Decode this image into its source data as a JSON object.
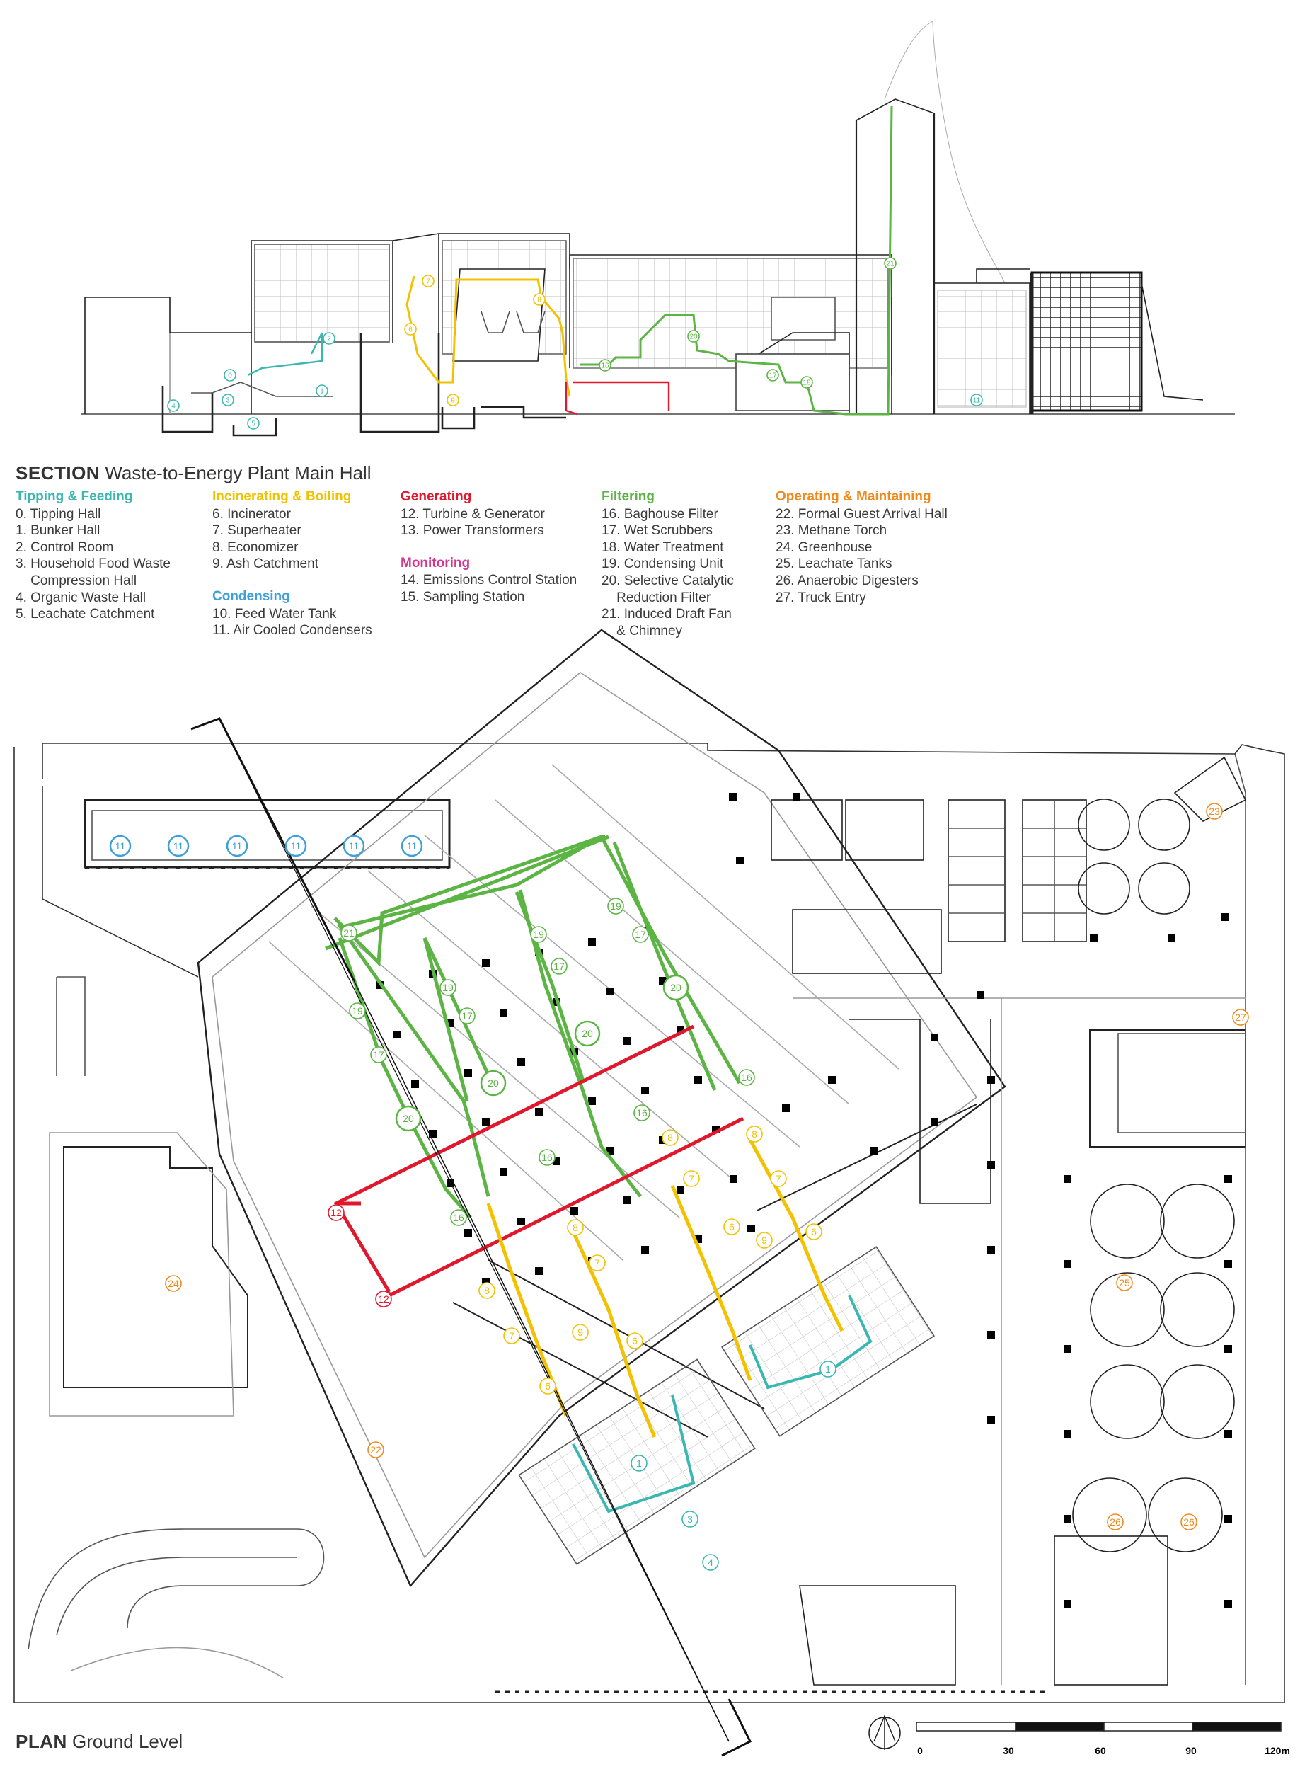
{
  "section_title": {
    "bold": "SECTION",
    "rest": "Waste-to-Energy Plant Main Hall"
  },
  "plan_title": {
    "bold": "PLAN",
    "rest": "Ground Level"
  },
  "colors": {
    "tipping": "#3ab7b0",
    "incinerating": "#f2c200",
    "generating": "#e0182d",
    "monitoring": "#d4358e",
    "condensing": "#3fa0d8",
    "filtering": "#5bb443",
    "operating": "#f08a1c",
    "line": "#222222",
    "thin": "#9a9a9a"
  },
  "legend": [
    {
      "title": "Tipping & Feeding",
      "color": "#3ab7b0",
      "items": [
        "0. Tipping Hall",
        "1. Bunker Hall",
        "2. Control Room",
        "3. Household Food Waste",
        "    Compression Hall",
        "4. Organic Waste Hall",
        "5. Leachate Catchment"
      ]
    },
    {
      "title": "Incinerating & Boiling",
      "color": "#f2c200",
      "items": [
        "6. Incinerator",
        "7. Superheater",
        "8. Economizer",
        "9. Ash Catchment"
      ]
    },
    {
      "title": "Condensing",
      "color": "#3fa0d8",
      "items": [
        "10. Feed Water Tank",
        "11. Air Cooled Condensers"
      ]
    },
    {
      "title": "Generating",
      "color": "#e0182d",
      "items": [
        "12. Turbine & Generator",
        "13. Power Transformers"
      ]
    },
    {
      "title": "Monitoring",
      "color": "#d4358e",
      "items": [
        "14. Emissions Control Station",
        "15. Sampling Station"
      ]
    },
    {
      "title": "Filtering",
      "color": "#5bb443",
      "items": [
        "16. Baghouse Filter",
        "17. Wet Scrubbers",
        "18. Water Treatment",
        "19. Condensing Unit",
        "20. Selective Catalytic",
        "    Reduction Filter",
        "21. Induced Draft Fan",
        "    & Chimney"
      ]
    },
    {
      "title": "Operating & Maintaining",
      "color": "#f08a1c",
      "items": [
        "22. Formal Guest Arrival Hall",
        "23. Methane Torch",
        "24. Greenhouse",
        "25. Leachate Tanks",
        "26. Anaerobic Digesters",
        "27. Truck Entry"
      ]
    }
  ],
  "scale_bar": {
    "ticks": [
      "0",
      "30",
      "60",
      "90",
      "120m"
    ]
  },
  "section_markers": [
    {
      "n": "0",
      "c": "tipping"
    },
    {
      "n": "1",
      "c": "tipping"
    },
    {
      "n": "2",
      "c": "tipping"
    },
    {
      "n": "3",
      "c": "tipping"
    },
    {
      "n": "4",
      "c": "tipping"
    },
    {
      "n": "5",
      "c": "tipping"
    },
    {
      "n": "6",
      "c": "incinerating"
    },
    {
      "n": "7",
      "c": "incinerating"
    },
    {
      "n": "8",
      "c": "incinerating"
    },
    {
      "n": "9",
      "c": "incinerating"
    },
    {
      "n": "16",
      "c": "filtering"
    },
    {
      "n": "17",
      "c": "filtering"
    },
    {
      "n": "18",
      "c": "filtering"
    },
    {
      "n": "20",
      "c": "filtering"
    },
    {
      "n": "21",
      "c": "filtering"
    },
    {
      "n": "11",
      "c": "tipping"
    }
  ],
  "plan_markers": [
    {
      "n": "11",
      "c": "condensing"
    },
    {
      "n": "11",
      "c": "condensing"
    },
    {
      "n": "11",
      "c": "condensing"
    },
    {
      "n": "11",
      "c": "condensing"
    },
    {
      "n": "11",
      "c": "condensing"
    },
    {
      "n": "11",
      "c": "condensing"
    },
    {
      "n": "21",
      "c": "filtering"
    },
    {
      "n": "19",
      "c": "filtering"
    },
    {
      "n": "17",
      "c": "filtering"
    },
    {
      "n": "20",
      "c": "filtering"
    },
    {
      "n": "19",
      "c": "filtering"
    },
    {
      "n": "17",
      "c": "filtering"
    },
    {
      "n": "20",
      "c": "filtering"
    },
    {
      "n": "19",
      "c": "filtering"
    },
    {
      "n": "17",
      "c": "filtering"
    },
    {
      "n": "20",
      "c": "filtering"
    },
    {
      "n": "19",
      "c": "filtering"
    },
    {
      "n": "17",
      "c": "filtering"
    },
    {
      "n": "20",
      "c": "filtering"
    },
    {
      "n": "16",
      "c": "filtering"
    },
    {
      "n": "16",
      "c": "filtering"
    },
    {
      "n": "16",
      "c": "filtering"
    },
    {
      "n": "16",
      "c": "filtering"
    },
    {
      "n": "8",
      "c": "incinerating"
    },
    {
      "n": "7",
      "c": "incinerating"
    },
    {
      "n": "6",
      "c": "incinerating"
    },
    {
      "n": "8",
      "c": "incinerating"
    },
    {
      "n": "7",
      "c": "incinerating"
    },
    {
      "n": "6",
      "c": "incinerating"
    },
    {
      "n": "8",
      "c": "incinerating"
    },
    {
      "n": "7",
      "c": "incinerating"
    },
    {
      "n": "6",
      "c": "incinerating"
    },
    {
      "n": "8",
      "c": "incinerating"
    },
    {
      "n": "7",
      "c": "incinerating"
    },
    {
      "n": "6",
      "c": "incinerating"
    },
    {
      "n": "9",
      "c": "incinerating"
    },
    {
      "n": "9",
      "c": "incinerating"
    },
    {
      "n": "12",
      "c": "generating"
    },
    {
      "n": "12",
      "c": "generating"
    },
    {
      "n": "1",
      "c": "tipping"
    },
    {
      "n": "1",
      "c": "tipping"
    },
    {
      "n": "3",
      "c": "tipping"
    },
    {
      "n": "4",
      "c": "tipping"
    },
    {
      "n": "23",
      "c": "operating"
    },
    {
      "n": "27",
      "c": "operating"
    },
    {
      "n": "24",
      "c": "operating"
    },
    {
      "n": "25",
      "c": "operating"
    },
    {
      "n": "22",
      "c": "operating"
    },
    {
      "n": "26",
      "c": "operating"
    },
    {
      "n": "26",
      "c": "operating"
    }
  ]
}
